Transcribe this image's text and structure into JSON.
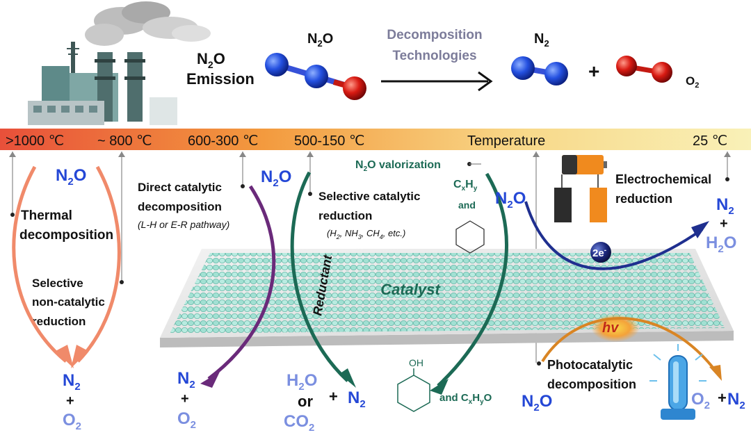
{
  "header": {
    "emission_line1": "N",
    "emission_sub": "2",
    "emission_line1b": "O",
    "emission_line2": "Emission",
    "n2o_label": "N",
    "n2o_sub": "2",
    "n2o_o": "O",
    "tech_line1": "Decomposition",
    "tech_line2": "Technologies",
    "n2_label": "N",
    "n2_sub": "2",
    "plus": "+",
    "o2_label": "O",
    "o2_sub": "2"
  },
  "temperature_bar": {
    "t1": ">1000 ℃",
    "t2": "~ 800 ℃",
    "t3": "600-300 ℃",
    "t4": "500-150 ℃",
    "axis_title": "Temperature",
    "t5": "25 ℃"
  },
  "processes": {
    "thermal_1": "Thermal",
    "thermal_2": "decomposition",
    "sncr_1": "Selective",
    "sncr_2": "non-catalytic",
    "sncr_3": "reduction",
    "direct_1": "Direct catalytic",
    "direct_2": "decomposition",
    "direct_3": "(L-H or E-R pathway)",
    "scr_1": "Selective catalytic",
    "scr_2": "reduction",
    "scr_3": "(H",
    "scr_3_sub": "2",
    "scr_3b": ", NH",
    "scr_3b_sub": "3",
    "scr_3c": ", CH",
    "scr_3c_sub": "4",
    "scr_3d": ", etc.)",
    "valor": "N",
    "valor_sub": "2",
    "valor_b": "O valorization",
    "cxhy": "C",
    "cxhy_x": "x",
    "cxhy_h": "H",
    "cxhy_y": "y",
    "and": "and",
    "electro_1": "Electrochemical",
    "electro_2": "reduction",
    "photo_1": "Photocatalytic",
    "photo_2": "decomposition",
    "reductant": "Reductant",
    "catalyst": "Catalyst",
    "two_e": "2e",
    "two_e_sup": "-",
    "hv": "hv",
    "oh": "OH",
    "and_cxhyo": "and  C",
    "cxhyo_x": "x",
    "cxhyo_h": "H",
    "cxhyo_y": "y",
    "cxhyo_o": "O"
  },
  "species": {
    "n": "N",
    "sub2": "2",
    "o": "O",
    "plus": "+",
    "h2o_h": "H",
    "h2o_o": "O",
    "or": "or",
    "co": "CO",
    "n2o_n": "N",
    "n2o_o": "O"
  },
  "colors": {
    "bar_start": "#e8503a",
    "bar_end": "#f7ec9b",
    "species_blue": "#2447d6",
    "species_light": "#7b8fe0",
    "green": "#1c6a55",
    "purple": "#6a2a7a",
    "salmon": "#f08a6a",
    "navy": "#1f2f8f",
    "orange": "#d98524"
  }
}
